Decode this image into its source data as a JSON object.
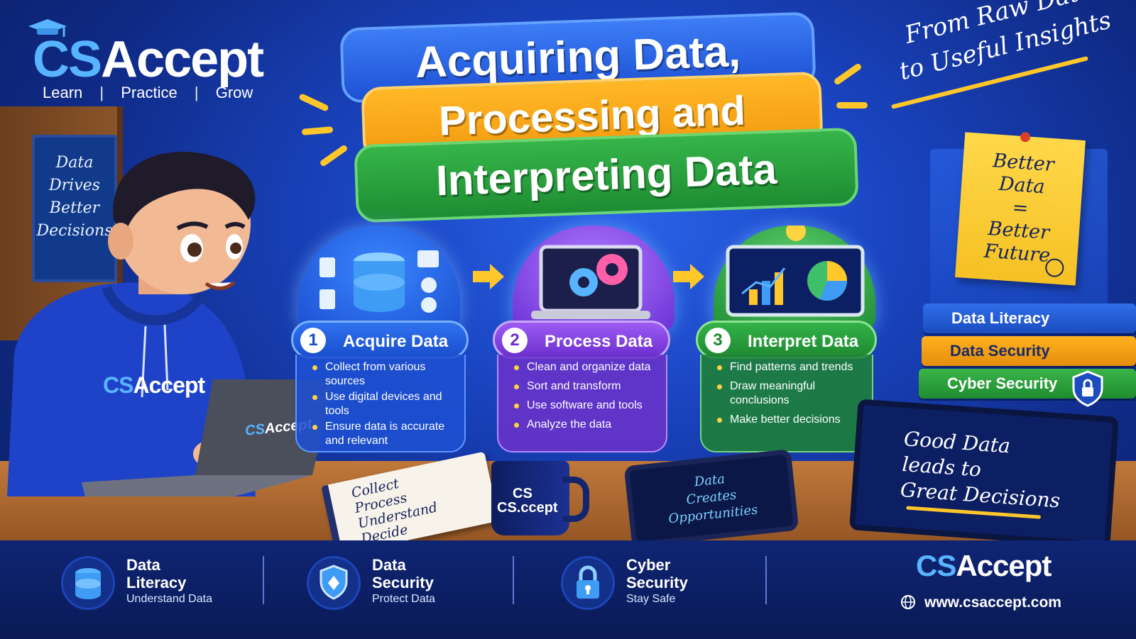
{
  "brand": {
    "name_prefix": "CS",
    "name_suffix": "Accept",
    "tagline": [
      "Learn",
      "Practice",
      "Grow"
    ],
    "tagline_separator": "|"
  },
  "title": {
    "line1": "Acquiring Data,",
    "line2": "Processing and",
    "line3": "Interpreting Data",
    "colors": {
      "line1": "#1d51d4",
      "line2": "#f39a0f",
      "line3": "#1e8d32"
    }
  },
  "slogan": {
    "line1": "From Raw Data",
    "line2": "to Useful Insights"
  },
  "board": {
    "lines": [
      "Data",
      "Drives",
      "Better",
      "Decisions"
    ]
  },
  "sticky_note": {
    "lines": [
      "Better",
      "Data",
      "=",
      "Better",
      "Future"
    ]
  },
  "books": [
    "Data Literacy",
    "Data Security",
    "Cyber Security"
  ],
  "steps": [
    {
      "number": "1",
      "title": "Acquire Data",
      "color": "#1a4fcc",
      "bullets": [
        "Collect from various sources",
        "Use digital devices and tools",
        "Ensure data is accurate and relevant"
      ]
    },
    {
      "number": "2",
      "title": "Process Data",
      "color": "#6c2fd0",
      "bullets": [
        "Clean and organize data",
        "Sort and transform",
        "Use software and tools",
        "Analyze the data"
      ]
    },
    {
      "number": "3",
      "title": "Interpret Data",
      "color": "#1f8a32",
      "bullets": [
        "Find patterns and trends",
        "Draw meaningful conclusions",
        "Make better decisions"
      ]
    }
  ],
  "desk": {
    "hoodie_logo": {
      "prefix": "CS",
      "suffix": "Accept"
    },
    "laptop_logo": {
      "prefix": "CS",
      "suffix": "Accept"
    },
    "notebook": [
      "Collect",
      "Process",
      "Understand",
      "Decide"
    ],
    "mug": {
      "line1": "CS",
      "line2": "CS.ccept"
    },
    "tablet": [
      "Data",
      "Creates",
      "Opportunities"
    ],
    "monitor": [
      "Good Data",
      "leads to",
      "Great Decisions"
    ]
  },
  "footer": {
    "features": [
      {
        "title_line1": "Data",
        "title_line2": "Literacy",
        "subtitle": "Understand Data",
        "icon": "database-icon"
      },
      {
        "title_line1": "Data",
        "title_line2": "Security",
        "subtitle": "Protect Data",
        "icon": "shield-icon"
      },
      {
        "title_line1": "Cyber",
        "title_line2": "Security",
        "subtitle": "Stay Safe",
        "icon": "lock-icon"
      }
    ],
    "logo": {
      "prefix": "CS",
      "suffix": "Accept"
    },
    "url": "www.csaccept.com"
  }
}
